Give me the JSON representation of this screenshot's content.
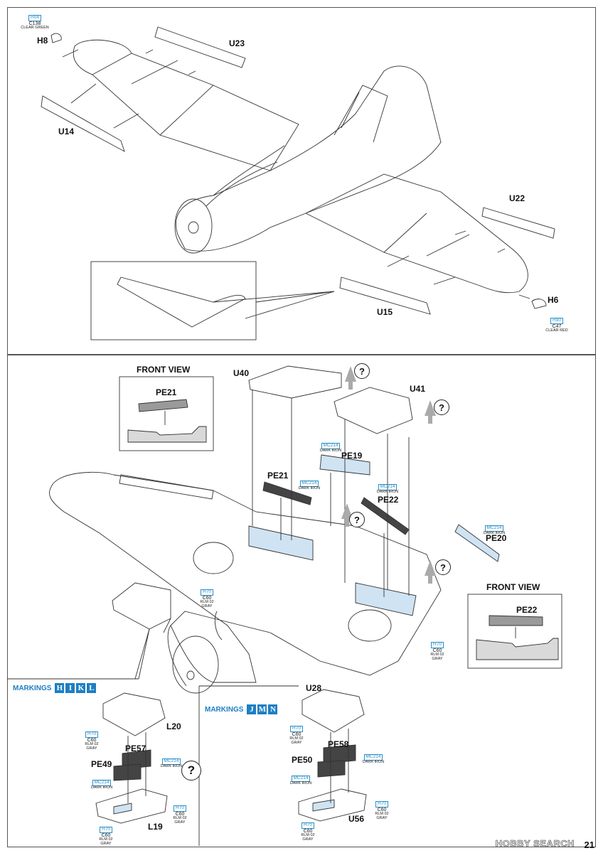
{
  "top_section": {
    "parts": [
      {
        "id": "H8",
        "label": "H8",
        "code": "H04",
        "color": "C138",
        "name": "CLEAR GREEN"
      },
      {
        "id": "U23",
        "label": "U23"
      },
      {
        "id": "U14",
        "label": "U14"
      },
      {
        "id": "U22",
        "label": "U22"
      },
      {
        "id": "U15",
        "label": "U15"
      },
      {
        "id": "H6",
        "label": "H6",
        "code": "H90",
        "color": "C47",
        "name": "CLEAR RED"
      }
    ]
  },
  "lower_section": {
    "front_view_1": {
      "title": "FRONT VIEW",
      "part": "PE21"
    },
    "front_view_2": {
      "title": "FRONT VIEW",
      "part": "PE22"
    },
    "labels": {
      "U40": "U40",
      "U41": "U41",
      "PE19": "PE19",
      "PE21": "PE21",
      "PE22": "PE22",
      "PE20": "PE20"
    },
    "paints": {
      "mc214_a": {
        "code": "MC214",
        "name": "DARK IRON"
      },
      "mc214_b": {
        "code": "MC214",
        "name": "DARK IRON"
      },
      "mc214_c": {
        "code": "MC214",
        "name": "DARK IRON"
      },
      "mc214_d": {
        "code": "MC214",
        "name": "DARK IRON"
      },
      "h70_a": {
        "code": "H70",
        "color": "C60",
        "name1": "RLM 02",
        "name2": "GRAY"
      },
      "h70_b": {
        "code": "H70",
        "color": "C60",
        "name1": "RLM 02",
        "name2": "GRAY"
      }
    },
    "question": "?"
  },
  "markings_left": {
    "text": "MARKINGS",
    "letters": [
      "H",
      "I",
      "K",
      "L"
    ],
    "parts": {
      "L20": "L20",
      "PE57": "PE57",
      "PE49": "PE49",
      "L19": "L19"
    },
    "paints": {
      "h70_top": {
        "code": "H70",
        "color": "C60",
        "name1": "RLM 02",
        "name2": "GRAY"
      },
      "mc214_pe57": {
        "code": "MC214",
        "name": "DARK IRON"
      },
      "mc214_pe49": {
        "code": "MC214",
        "name": "DARK IRON"
      },
      "h70_right": {
        "code": "H70",
        "color": "C60",
        "name1": "RLM 02",
        "name2": "GRAY"
      },
      "h70_bottom": {
        "code": "H70",
        "color": "C60",
        "name1": "RLM 02",
        "name2": "GRAY"
      }
    }
  },
  "markings_right": {
    "text": "MARKINGS",
    "letters": [
      "J",
      "M",
      "N"
    ],
    "parts": {
      "U28": "U28",
      "PE58": "PE58",
      "PE50": "PE50",
      "U56": "U56"
    },
    "paints": {
      "h70_top": {
        "code": "H70",
        "color": "C60",
        "name1": "RLM 02",
        "name2": "GRAY"
      },
      "mc214_pe58": {
        "code": "MC214",
        "name": "DARK IRON"
      },
      "mc214_pe50": {
        "code": "MC214",
        "name": "DARK IRON"
      },
      "h70_right": {
        "code": "H70",
        "color": "C60",
        "name1": "RLM 02",
        "name2": "GRAY"
      },
      "h70_bottom": {
        "code": "H70",
        "color": "C60",
        "name1": "RLM 02",
        "name2": "GRAY"
      }
    }
  },
  "footer": {
    "page_number": "21",
    "watermark": "HOBBY SEARCH"
  },
  "colors": {
    "accent": "#1d7fc4",
    "highlight": "#cfe3f3",
    "line": "#333333"
  }
}
